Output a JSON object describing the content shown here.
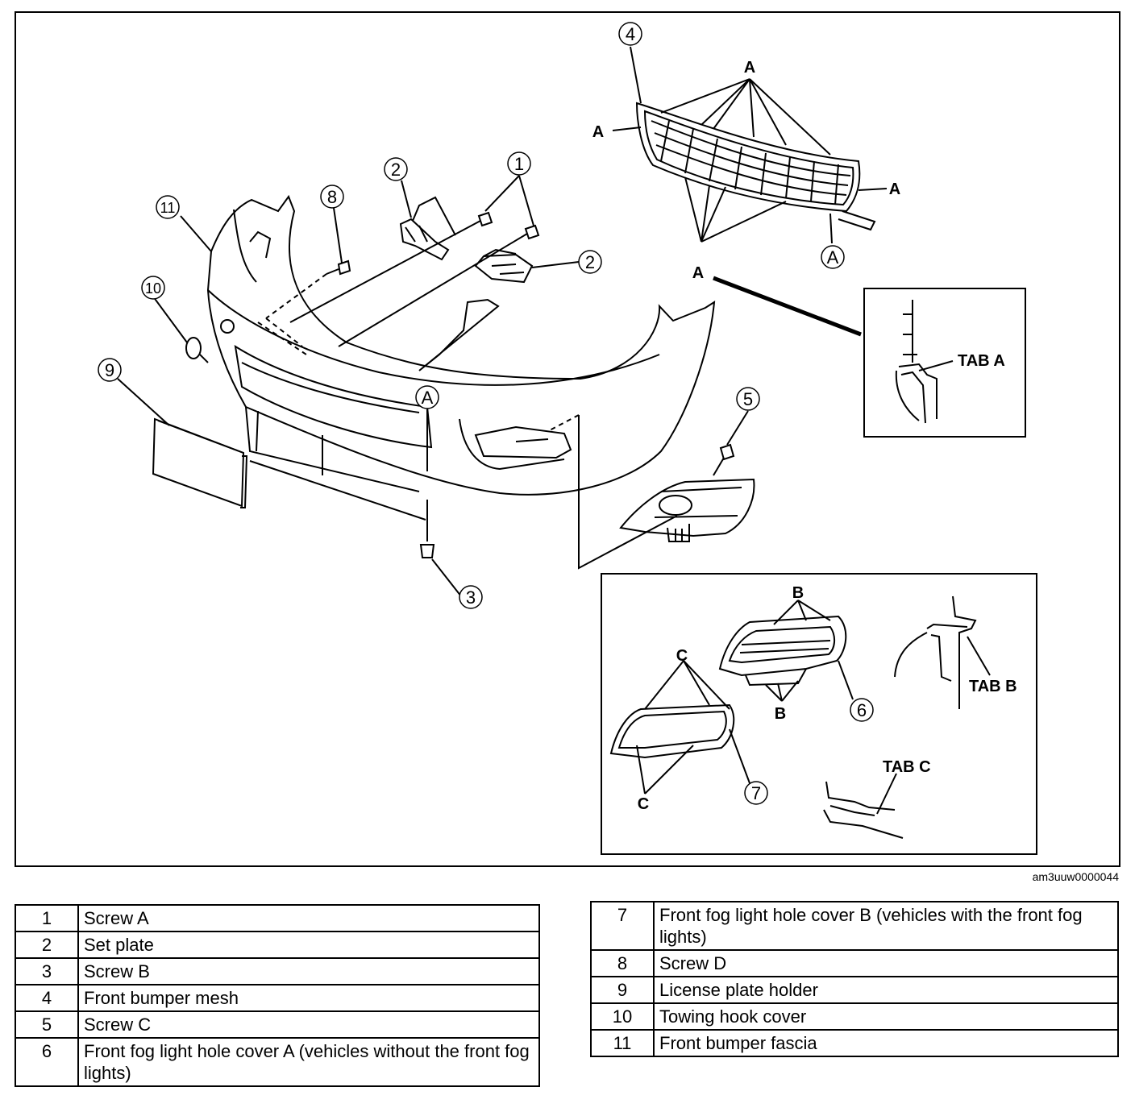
{
  "figure_id": "am3uuw0000044",
  "callouts": {
    "c1": "1",
    "c2a": "2",
    "c2b": "2",
    "c3": "3",
    "c4": "4",
    "c5": "5",
    "c6": "6",
    "c7": "7",
    "c8": "8",
    "c9": "9",
    "c10": "10",
    "c11": "11",
    "a_circled_1": "A",
    "a_circled_2": "A"
  },
  "labels": {
    "a_top": "A",
    "a_left": "A",
    "a_right": "A",
    "a_bottom": "A",
    "tab_a": "TAB A",
    "tab_b": "TAB B",
    "tab_c": "TAB C",
    "b_top": "B",
    "b_bottom": "B",
    "c_top": "C",
    "c_bottom": "C"
  },
  "legend_left": [
    {
      "num": "1",
      "desc": "Screw A"
    },
    {
      "num": "2",
      "desc": "Set plate"
    },
    {
      "num": "3",
      "desc": "Screw B"
    },
    {
      "num": "4",
      "desc": "Front bumper mesh"
    },
    {
      "num": "5",
      "desc": "Screw C"
    },
    {
      "num": "6",
      "desc": "Front fog light hole cover A (vehicles without the front fog lights)"
    }
  ],
  "legend_right": [
    {
      "num": "7",
      "desc": "Front fog light hole cover B (vehicles with the front fog lights)"
    },
    {
      "num": "8",
      "desc": "Screw D"
    },
    {
      "num": "9",
      "desc": "License plate holder"
    },
    {
      "num": "10",
      "desc": "Towing hook cover"
    },
    {
      "num": "11",
      "desc": "Front bumper fascia"
    }
  ]
}
